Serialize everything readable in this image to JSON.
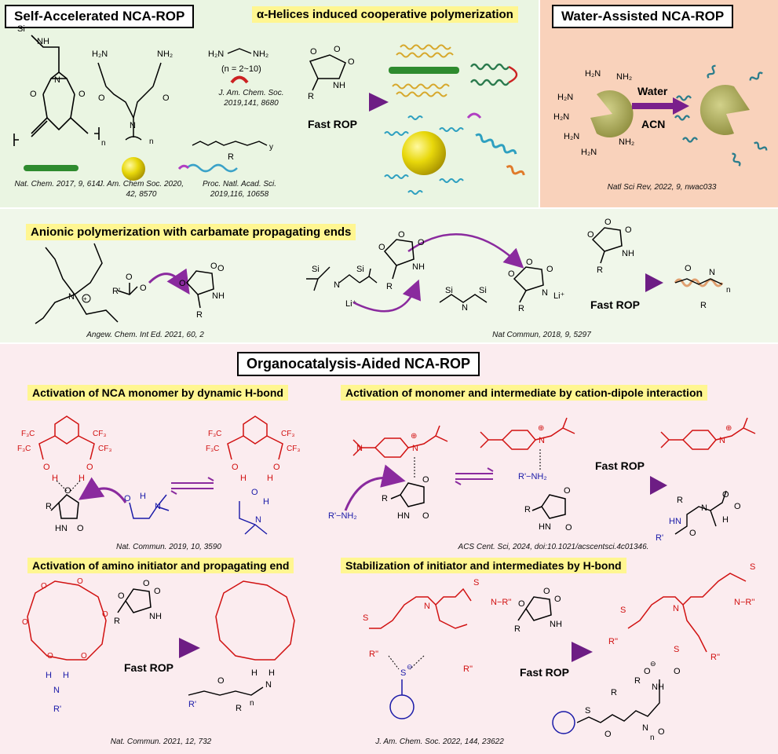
{
  "titles": {
    "self": "Self-Accelerated NCA-ROP",
    "helix": "α-Helices induced cooperative polymerization",
    "water": "Water-Assisted NCA-ROP",
    "anionic": "Anionic polymerization with carbamate propagating ends",
    "organo": "Organocatalysis-Aided NCA-ROP",
    "act_nca": "Activation of NCA monomer by dynamic H-bond",
    "act_cation": "Activation of monomer and intermediate by cation-dipole interaction",
    "act_amino": "Activation of amino initiator and propagating end",
    "stab": "Stabilization of initiator and intermediates by H-bond"
  },
  "refs": {
    "nat_chem": "Nat. Chem. 2017, 9, 614",
    "jacs_2020": "J. Am. Chem Soc. 2020, 42, 8570",
    "pnas": "Proc. Natl. Acad. Sci. 2019,116, 10658",
    "jacs_2019": "J. Am. Chem. Soc. 2019,141, 8680",
    "nsr": "Natl Sci Rev, 2022, 9, nwac033",
    "angew": "Angew. Chem. Int Ed. 2021, 60, 2",
    "natcommun_2018": "Nat Commun, 2018, 9, 5297",
    "natcommun_2019": "Nat. Commun. 2019, 10, 3590",
    "acs_cent": "ACS Cent. Sci, 2024, doi:10.1021/acscentsci.4c01346.",
    "natcommun_2021": "Nat. Commun. 2021, 12, 732",
    "jacs_2022": "J. Am. Chem. Soc. 2022, 144, 23622"
  },
  "labels": {
    "fast_rop": "Fast ROP",
    "water": "Water",
    "acn": "ACN",
    "n_range": "(n = 2~10)",
    "nh2": "NH₂",
    "h2n": "H₂N",
    "r": "R",
    "li": "Li⁺",
    "n_sub": "n",
    "y_sub": "y",
    "r_prime_nh2": "R'−NH₂",
    "r_prime": "R'",
    "r_dbl": "R''"
  },
  "colors": {
    "green_panel": "#eaf5e2",
    "peach_panel": "#f9d2bb",
    "pink_panel": "#fbecef",
    "highlight": "#fff691",
    "arrow": "#8a2a9e",
    "red_struct": "#d11111",
    "blue_struct": "#1a1aa8"
  }
}
